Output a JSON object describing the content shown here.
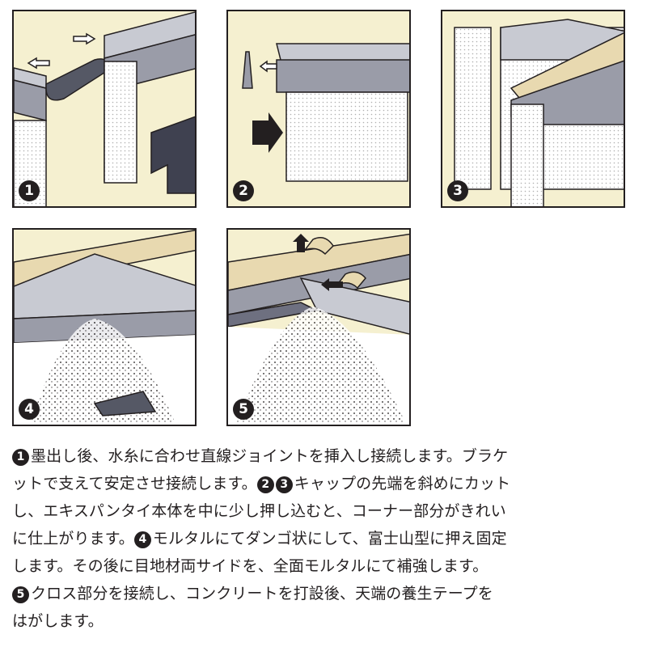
{
  "colors": {
    "background": "#f5f0d0",
    "metal": "#9a9ca8",
    "metal_dark": "#6e7080",
    "ink": "#231f20",
    "wood": "#e8d9b0",
    "mortar": "#ffffff"
  },
  "panels": [
    {
      "number": "1"
    },
    {
      "number": "2"
    },
    {
      "number": "3"
    },
    {
      "number": "4"
    },
    {
      "number": "5"
    }
  ],
  "caption": {
    "lines": [
      [
        {
          "num": "1"
        },
        {
          "text": "墨出し後、水糸に合わせ直線ジョイントを挿入し接続します。ブラケ"
        }
      ],
      [
        {
          "text": "ットで支えて安定させ接続します。"
        },
        {
          "num": "2"
        },
        {
          "num": "3"
        },
        {
          "text": "キャップの先端を斜めにカット"
        }
      ],
      [
        {
          "text": "し、エキスパンタイ本体を中に少し押し込むと、コーナー部分がきれい"
        }
      ],
      [
        {
          "text": "に仕上がります。"
        },
        {
          "num": "4"
        },
        {
          "text": "モルタルにてダンゴ状にして、富士山型に押え固定"
        }
      ],
      [
        {
          "text": "します。その後に目地材両サイドを、全面モルタルにて補強します。"
        }
      ],
      [
        {
          "num": "5"
        },
        {
          "text": "クロス部分を接続し、コンクリートを打設後、天端の養生テープを"
        }
      ],
      [
        {
          "text": "はがします。"
        }
      ]
    ]
  }
}
